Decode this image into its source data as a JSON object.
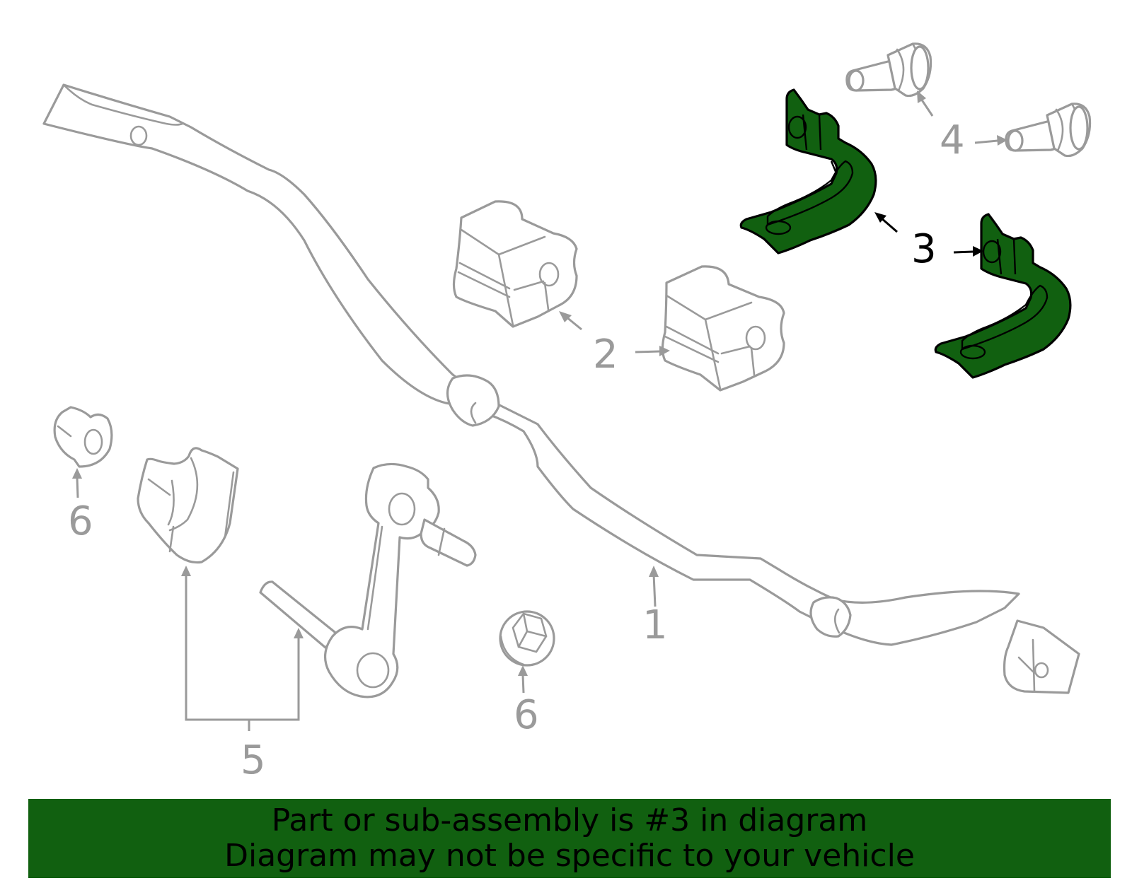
{
  "colors": {
    "highlight": "#116010",
    "banner": "#116010",
    "line_gray": "#9a9a9a",
    "background": "#ffffff"
  },
  "callouts": [
    {
      "id": "c1",
      "label": "1",
      "highlighted": false
    },
    {
      "id": "c2",
      "label": "2",
      "highlighted": false
    },
    {
      "id": "c3",
      "label": "3",
      "highlighted": true
    },
    {
      "id": "c4",
      "label": "4",
      "highlighted": false
    },
    {
      "id": "c5",
      "label": "5",
      "highlighted": false
    },
    {
      "id": "c6a",
      "label": "6",
      "highlighted": false
    },
    {
      "id": "c6b",
      "label": "6",
      "highlighted": false
    }
  ],
  "banner": {
    "line1": "Part or sub-assembly is #3 in diagram",
    "line2": "Diagram may not be specific to your vehicle"
  }
}
